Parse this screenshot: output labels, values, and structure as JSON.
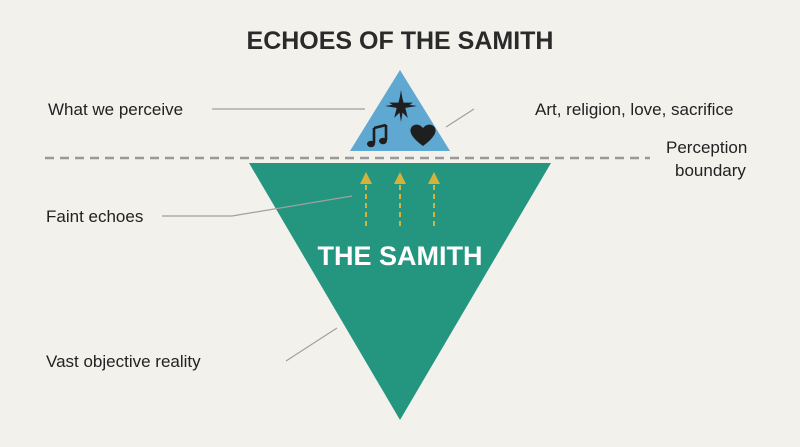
{
  "title": "ECHOES OF THE SAMITH",
  "labels": {
    "perceive": "What we perceive",
    "art": "Art, religion, love, sacrifice",
    "perception_line1": "Perception",
    "perception_line2": "boundary",
    "faint_echoes": "Faint echoes",
    "vast_reality": "Vast objective reality"
  },
  "center_label": "THE SAMITH",
  "icons": {
    "top": "star-icon",
    "left": "music-note-icon",
    "right": "heart-icon",
    "arrows": "up-arrow-icon"
  },
  "colors": {
    "background": "#f2f1ec",
    "tip": "#5ea8d2",
    "body": "#249680",
    "arrow": "#d4b33c",
    "line": "#999999",
    "text": "#222222"
  }
}
